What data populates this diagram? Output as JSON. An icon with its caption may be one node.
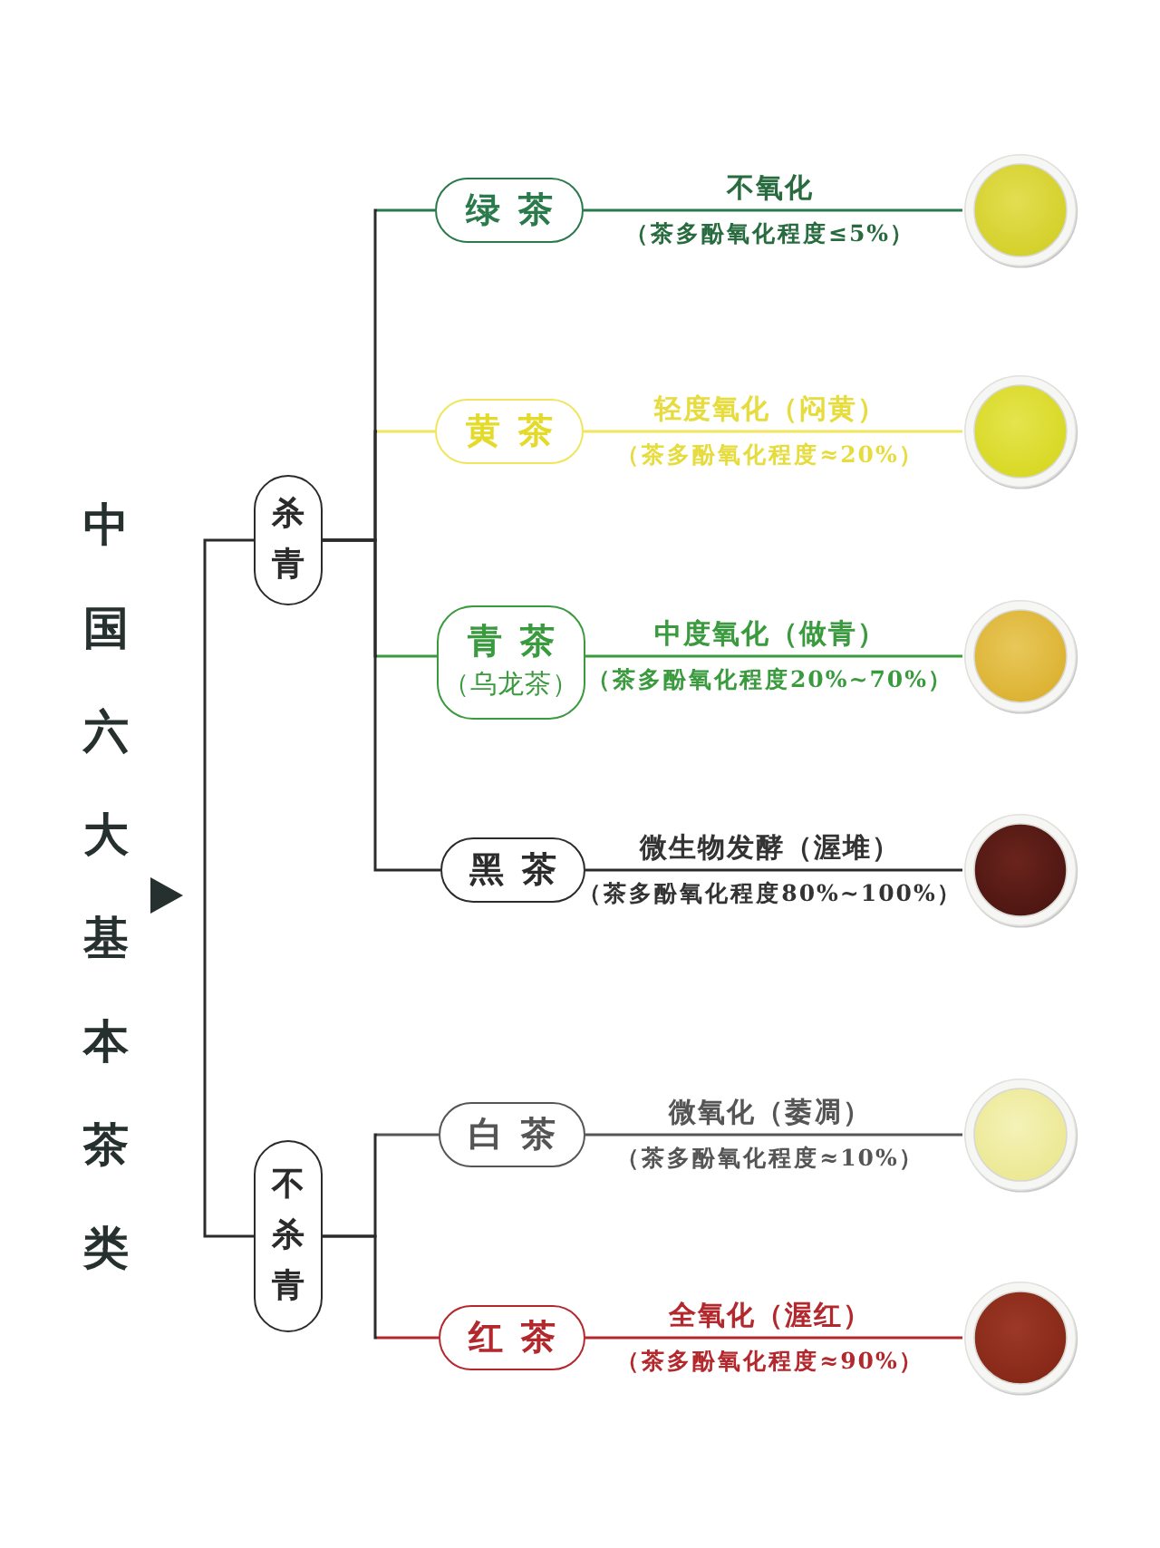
{
  "diagram": {
    "nodes": [
      {
        "text": [
          "中国六大基本茶类"
        ]
      },
      {
        "text": [
          "杀青"
        ]
      },
      {
        "text": [
          "绿茶"
        ],
        "beside": [
          "不氧化",
          "（茶多酚氧化程度≤5%）"
        ]
      },
      {
        "text": [
          "黄茶"
        ],
        "beside": [
          "轻度氧化（闷黄）",
          "（茶多酚氧化程度≈20%）"
        ]
      },
      {
        "text": [
          "青茶",
          "（乌龙茶）"
        ],
        "beside": [
          "中度氧化（做青）",
          "（茶多酚氧化程度20%~70%）"
        ]
      },
      {
        "text": [
          "黑茶"
        ],
        "beside": [
          "微生物发酵（渥堆）",
          "（茶多酚氧化程度80%~100%）"
        ]
      },
      {
        "text": [
          "不杀青"
        ]
      },
      {
        "text": [
          "白茶"
        ],
        "beside": [
          "微氧化（萎凋）",
          "（茶多酚氧化程度≈10%）"
        ]
      },
      {
        "text": [
          "红茶"
        ],
        "beside": [
          "全氧化（渥红）",
          "（茶多酚氧化程度≈90%）"
        ]
      },
      {
        "text": [],
        "shape": "picture"
      },
      {
        "text": [],
        "shape": "picture"
      },
      {
        "text": [],
        "shape": "picture"
      },
      {
        "text": [],
        "shape": "picture"
      },
      {
        "text": [],
        "shape": "picture"
      },
      {
        "text": [],
        "shape": "picture"
      }
    ],
    "edges": [
      {
        "from": 0,
        "to": 1,
        "arrow": "none"
      },
      {
        "from": 0,
        "to": 6,
        "arrow": "none"
      },
      {
        "from": 1,
        "to": 2,
        "arrow": "none",
        "color": "#2a7a4c"
      },
      {
        "from": 1,
        "to": 3,
        "arrow": "none",
        "color": "#efe65e"
      },
      {
        "from": 1,
        "to": 4,
        "arrow": "none",
        "color": "#3a9a3e"
      },
      {
        "from": 1,
        "to": 5,
        "arrow": "none"
      },
      {
        "from": 6,
        "to": 7,
        "arrow": "none",
        "color": "#555555"
      },
      {
        "from": 6,
        "to": 8,
        "arrow": "none",
        "color": "#b3282d"
      },
      {
        "from": 2,
        "to": 9,
        "arrow": "none",
        "color": "#2a7a4c"
      },
      {
        "from": 3,
        "to": 10,
        "arrow": "none",
        "color": "#efe65e"
      },
      {
        "from": 4,
        "to": 11,
        "arrow": "none",
        "color": "#3a9a3e"
      },
      {
        "from": 5,
        "to": 12,
        "arrow": "none"
      },
      {
        "from": 7,
        "to": 13,
        "arrow": "none",
        "color": "#555555"
      },
      {
        "from": 8,
        "to": 14,
        "arrow": "none",
        "color": "#b3282d"
      }
    ]
  }
}
